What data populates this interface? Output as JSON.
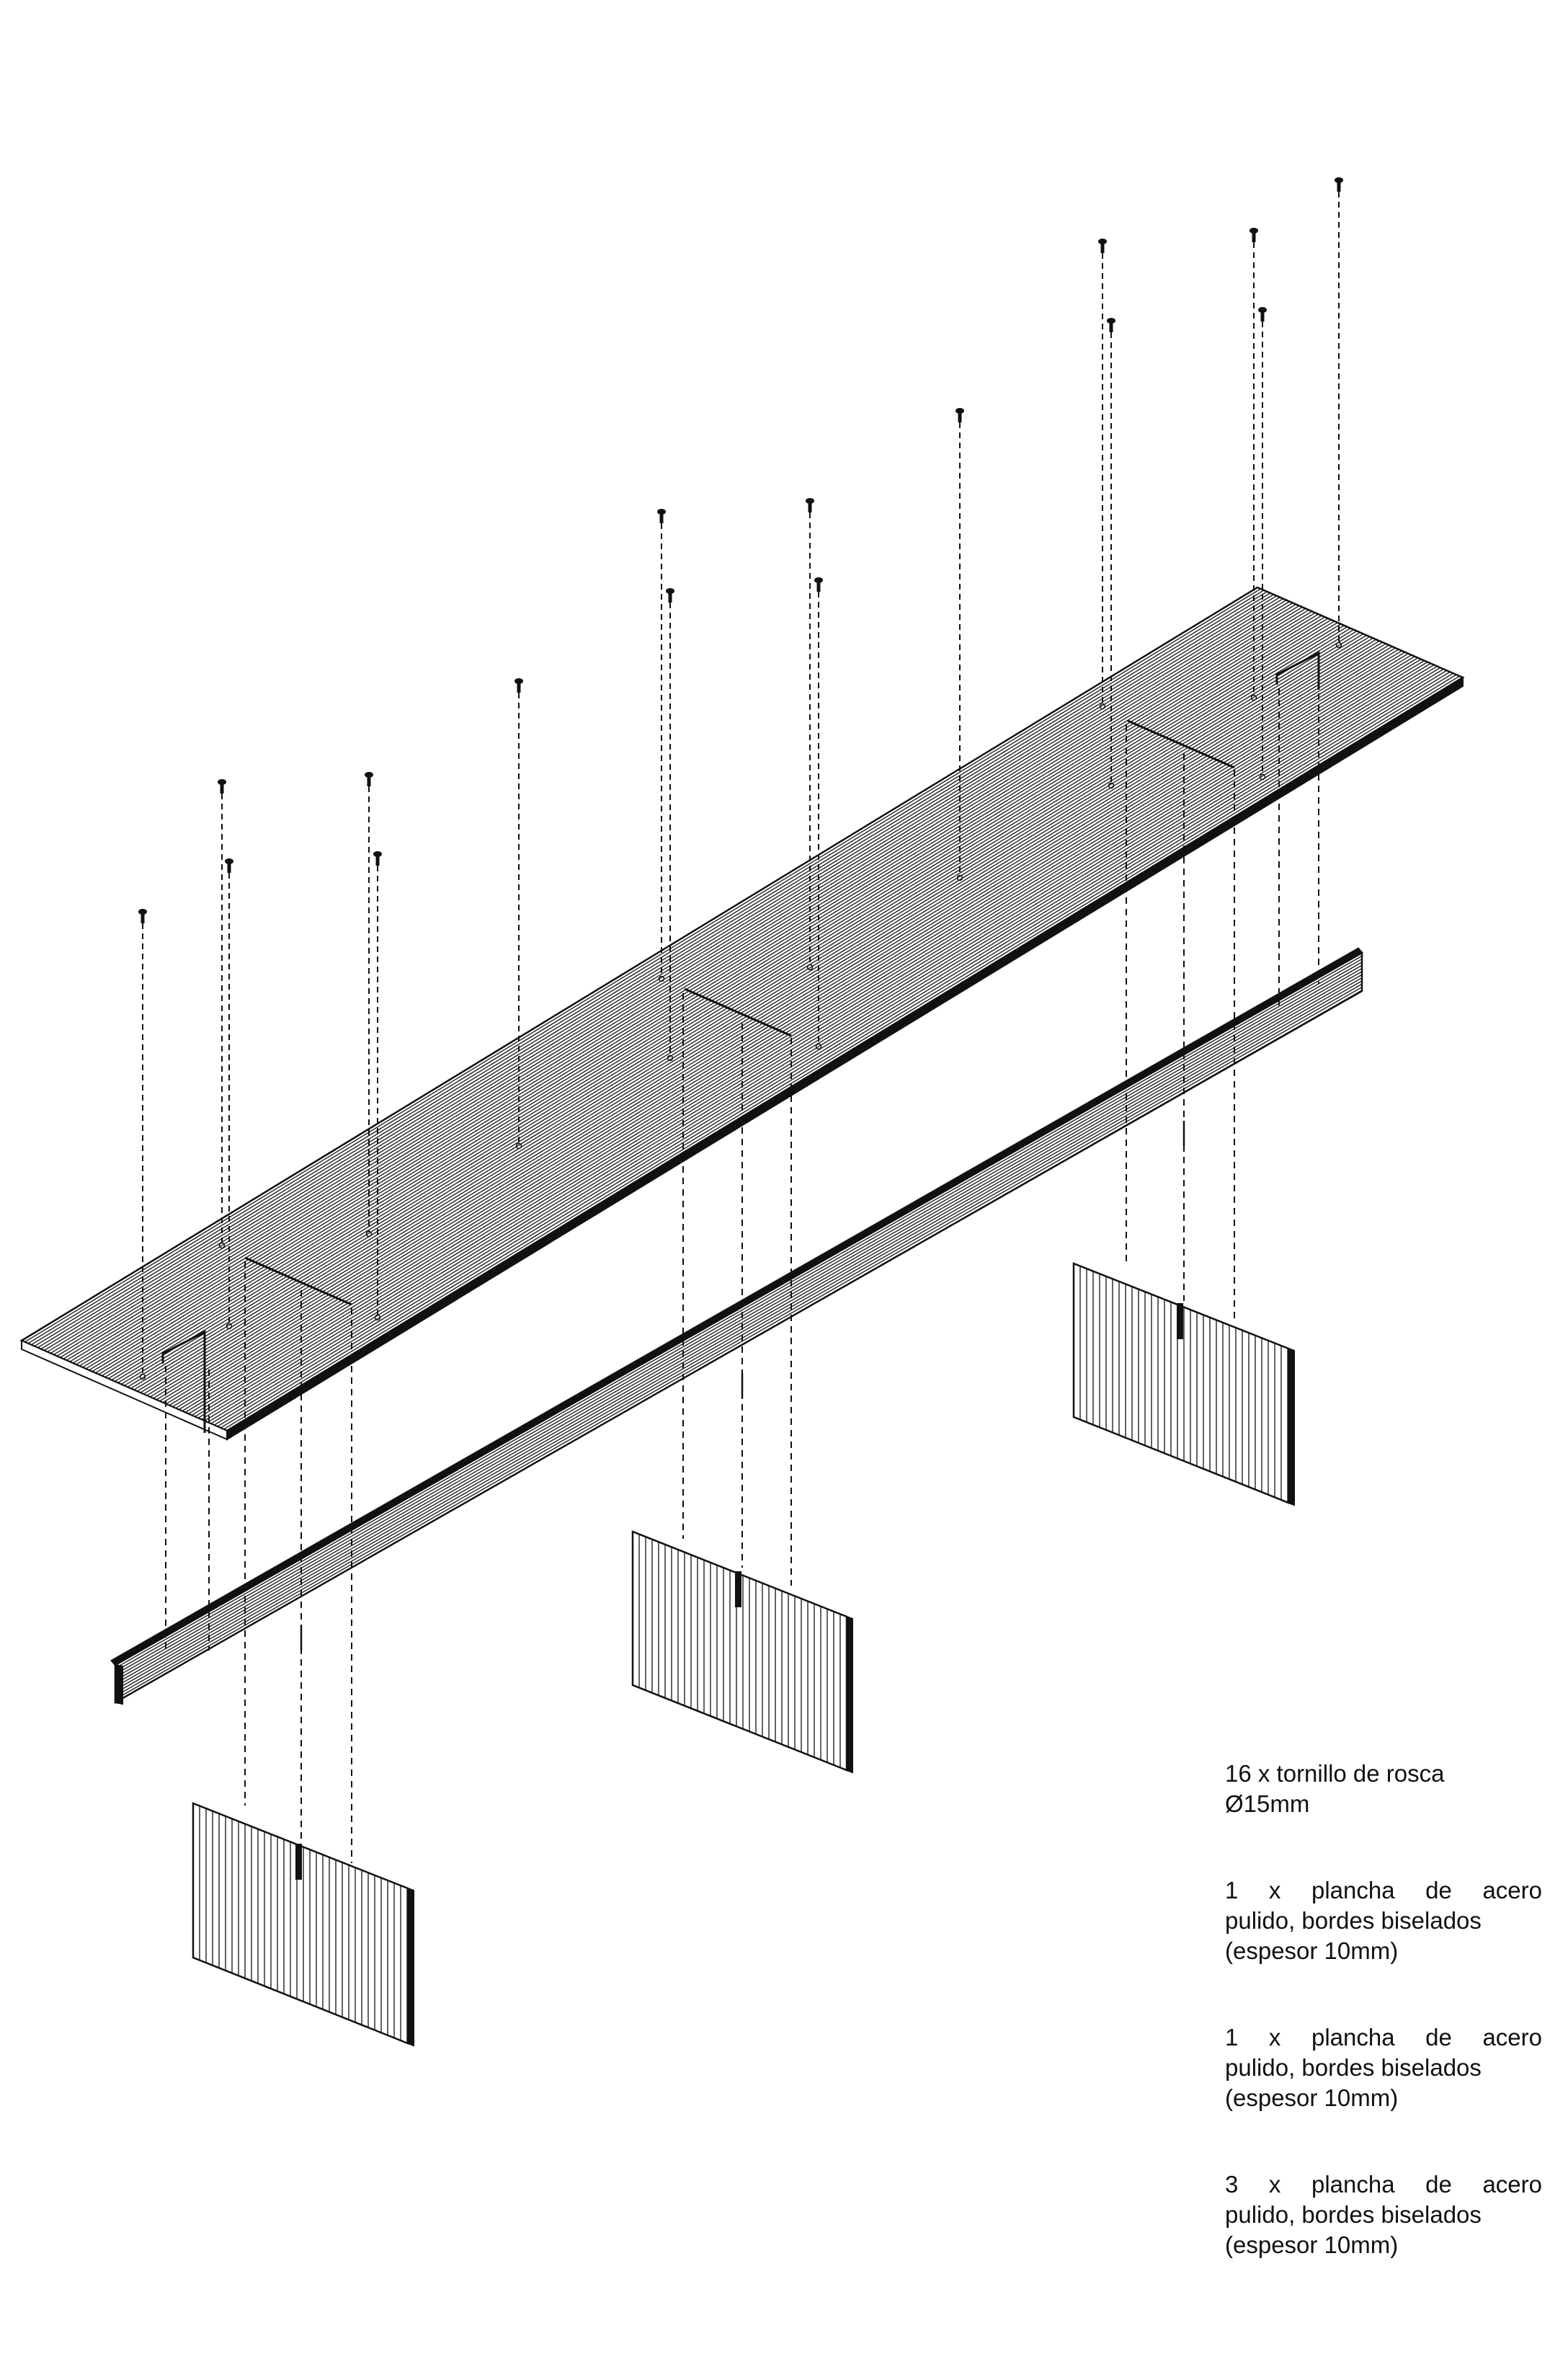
{
  "legend": [
    {
      "lines": [
        "16 x tornillo de rosca",
        "Ø15mm"
      ]
    },
    {
      "lines": [
        "1 x plancha de acero",
        "pulido, bordes biselados",
        "(espesor 10mm)"
      ]
    },
    {
      "lines": [
        "1 x plancha de acero",
        "pulido, bordes biselados",
        "(espesor 10mm)"
      ]
    },
    {
      "lines": [
        "3 x plancha de acero",
        "pulido, bordes biselados",
        "(espesor 10mm)"
      ]
    }
  ],
  "colors": {
    "ink": "#111111",
    "background": "#ffffff"
  },
  "icons": [
    "screw-icon"
  ]
}
